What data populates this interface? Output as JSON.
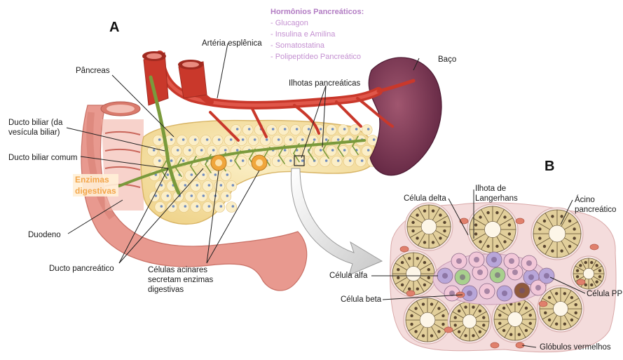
{
  "panels": {
    "a": "A",
    "b": "B"
  },
  "hormones": {
    "title": "Hormônios Pancreáticos:",
    "items": [
      "- Glucagon",
      "- Insulina e Amilina",
      "- Somatostatina",
      "- Polipeptídeo Pancreático"
    ]
  },
  "labels": {
    "arteria": "Artéria esplênica",
    "baco": "Baço",
    "pancreas": "Pâncreas",
    "ilhotas": "Ilhotas pancreáticas",
    "ducto_biliar_l1": "Ducto biliar (da",
    "ducto_biliar_l2": "vesícula biliar)",
    "ducto_comum": "Ducto biliar comum",
    "enzimas_l1": "Enzimas",
    "enzimas_l2": "digestivas",
    "duodeno": "Duodeno",
    "ducto_pancreatico": "Ducto pancreático",
    "acinares_l1": "Células acinares",
    "acinares_l2": "secretam enzimas",
    "acinares_l3": "digestivas",
    "celula_delta": "Célula delta",
    "ilhota_l1": "Ilhota de",
    "ilhota_l2": "Langerhans",
    "acino_l1": "Ácino",
    "acino_l2": "pancreático",
    "celula_alfa": "Célula alfa",
    "celula_beta": "Célula beta",
    "celula_pp": "Célula PP",
    "globulos": "Glóbulos vermelhos"
  },
  "colors": {
    "duodenum": "#e8998f",
    "pancreas": "#f7e3a8",
    "artery": "#c9382b",
    "spleen": "#7b3652",
    "duct": "#7a9a3c",
    "acinus_cell": "#e2cf9b",
    "islet": "#e9c9d9",
    "alpha": "#a8d08d",
    "beta": "#b8a6d9",
    "delta": "#8f5a3c",
    "rbc": "#e0806c"
  }
}
